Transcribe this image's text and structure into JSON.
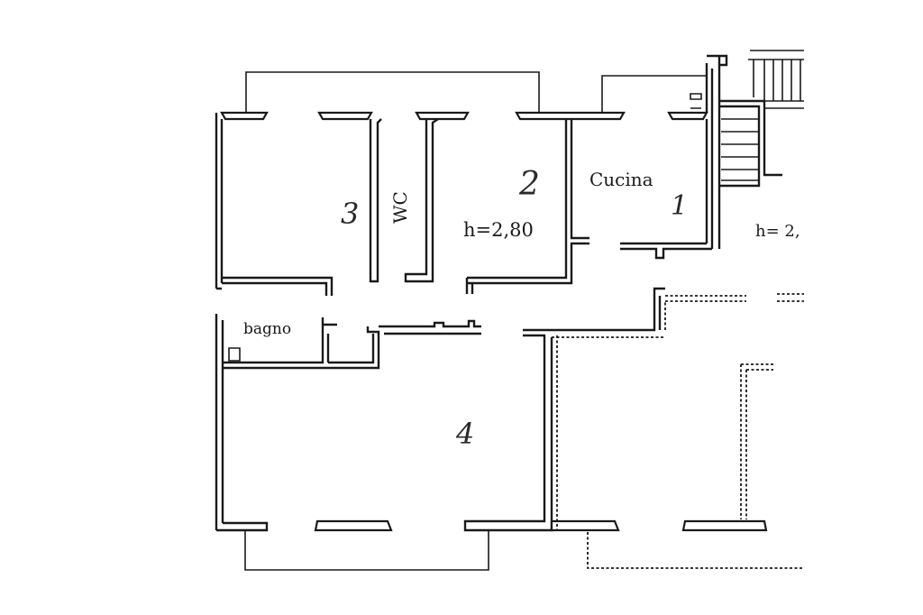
{
  "rooms": {
    "wc_label": "WC",
    "cucina_label": "Cucina",
    "bagno_label": "bagno"
  },
  "heights": {
    "main": "h=2,80",
    "right": "h= 2,"
  },
  "room_numbers": {
    "room3": "3",
    "room2": "2",
    "room1": "1",
    "room4": "4"
  }
}
